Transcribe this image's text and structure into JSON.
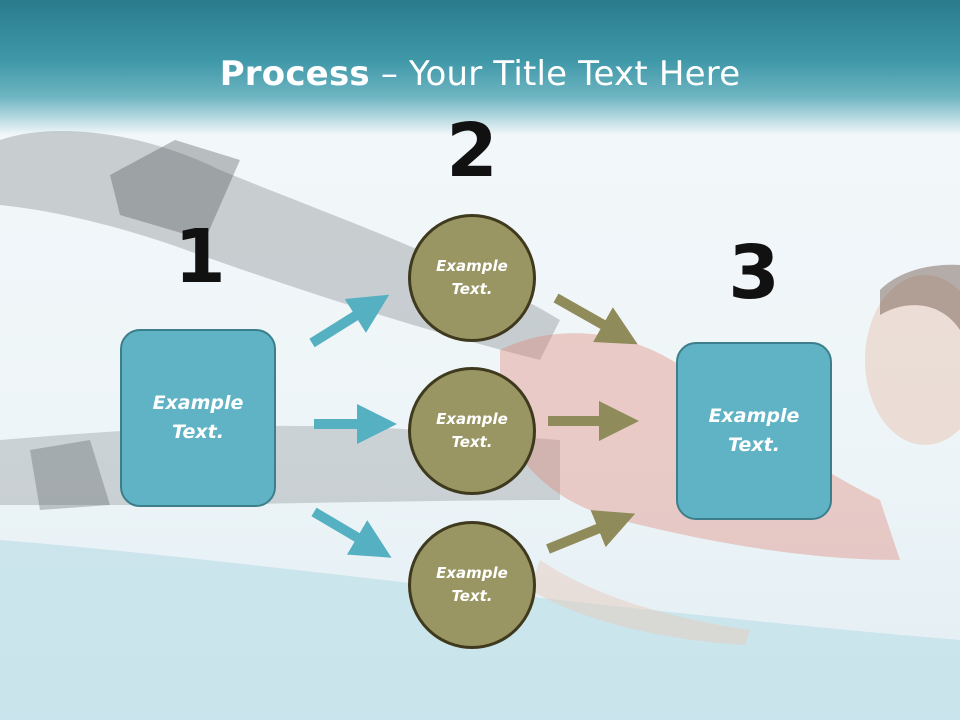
{
  "title": {
    "bold": "Process",
    "rest": " – Your Title Text Here"
  },
  "steps": [
    {
      "number": "1",
      "label": "Example Text."
    },
    {
      "number": "2",
      "label": "Example Text."
    },
    {
      "number": "3",
      "label": "Example Text."
    }
  ],
  "middle_items": [
    {
      "label": "Example Text."
    },
    {
      "label": "Example Text."
    },
    {
      "label": "Example Text."
    }
  ],
  "colors": {
    "header": "#3f98a8",
    "box_fill": "#5fb3c4",
    "circle_fill": "#999663",
    "teal_arrow": "#55b0c2",
    "olive_arrow": "#8f8b5a"
  }
}
